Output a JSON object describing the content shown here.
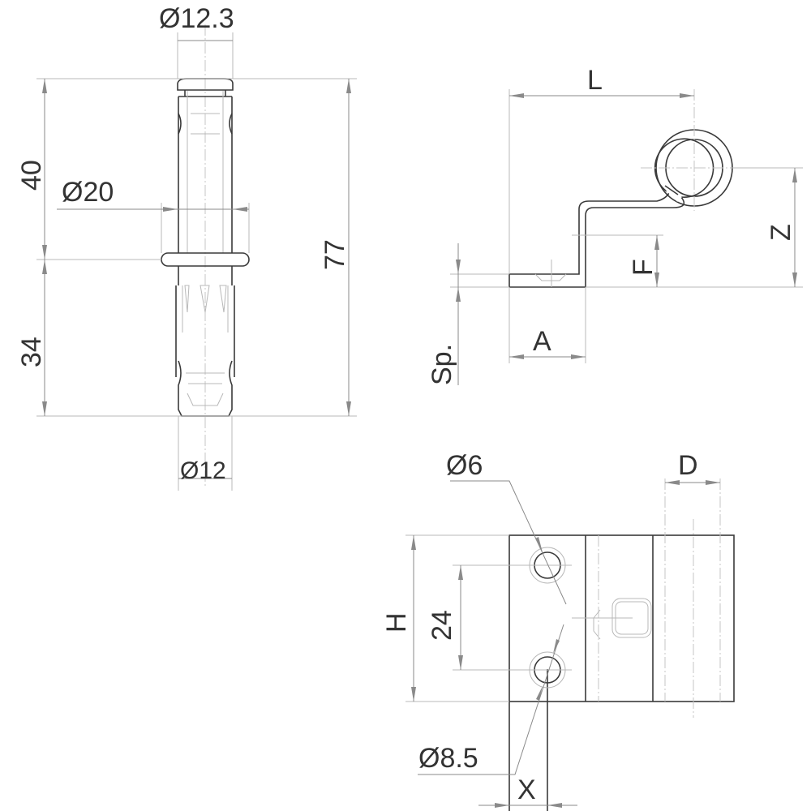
{
  "pin_view": {
    "dia_head": "Ø12.3",
    "dia_collar": "Ø20",
    "dia_bottom": "Ø12",
    "len_upper": "40",
    "len_lower": "34",
    "len_total": "77"
  },
  "side_view": {
    "length": "L",
    "height_z": "Z",
    "offset_f": "F",
    "plate_a": "A",
    "thickness": "Sp."
  },
  "front_view": {
    "hole_small": "Ø6",
    "hole_large": "Ø8.5",
    "height": "H",
    "hole_spacing": "24",
    "diameter_d": "D",
    "offset_x": "X"
  }
}
